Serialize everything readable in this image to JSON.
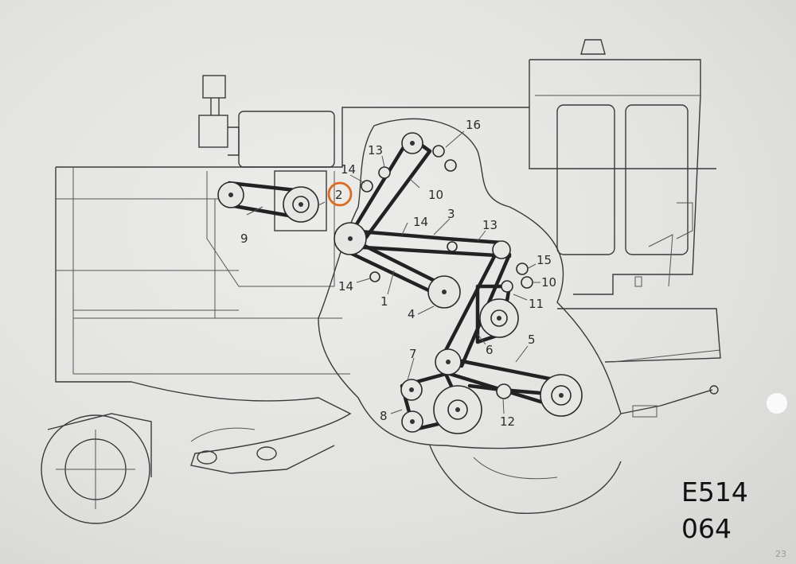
{
  "diagram": {
    "part_labels": [
      {
        "id": "1",
        "text": "1"
      },
      {
        "id": "2",
        "text": "2"
      },
      {
        "id": "3",
        "text": "3"
      },
      {
        "id": "4",
        "text": "4"
      },
      {
        "id": "5",
        "text": "5"
      },
      {
        "id": "6",
        "text": "6"
      },
      {
        "id": "7",
        "text": "7"
      },
      {
        "id": "8",
        "text": "8"
      },
      {
        "id": "9",
        "text": "9"
      },
      {
        "id": "10a",
        "text": "10"
      },
      {
        "id": "10b",
        "text": "10"
      },
      {
        "id": "11",
        "text": "11"
      },
      {
        "id": "12",
        "text": "12"
      },
      {
        "id": "13a",
        "text": "13"
      },
      {
        "id": "13b",
        "text": "13"
      },
      {
        "id": "14a",
        "text": "14"
      },
      {
        "id": "14b",
        "text": "14"
      },
      {
        "id": "14c",
        "text": "14"
      },
      {
        "id": "15",
        "text": "15"
      },
      {
        "id": "16",
        "text": "16"
      }
    ],
    "highlight_color": "#e06a1b",
    "highlighted_part": "2"
  },
  "reference": {
    "line1": "E514",
    "line2": "064"
  },
  "page_number": "23"
}
